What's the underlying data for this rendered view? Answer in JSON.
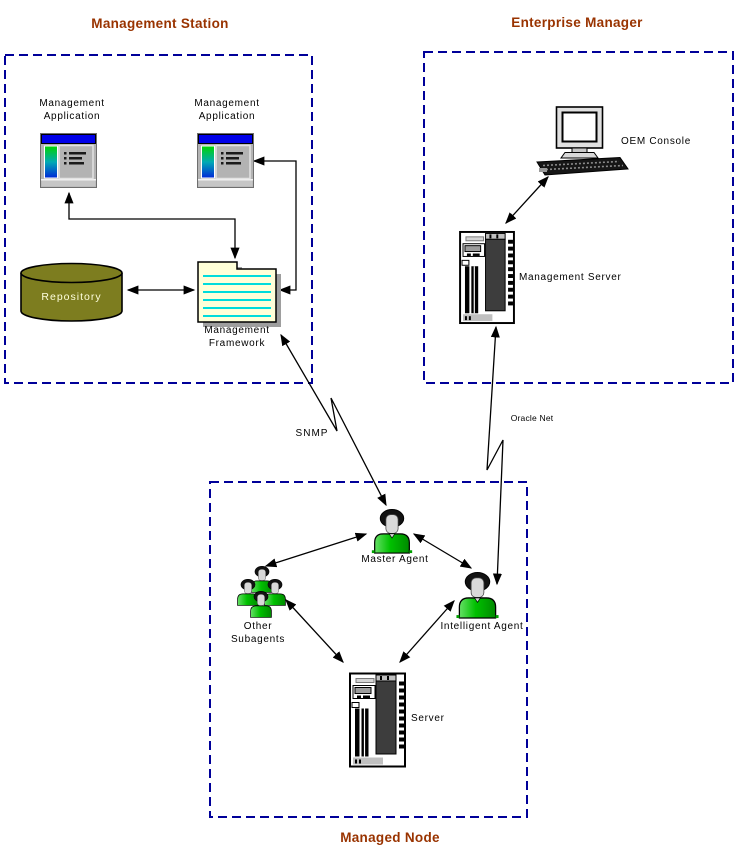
{
  "titles": {
    "management_station": "Management Station",
    "enterprise_manager": "Enterprise Manager",
    "managed_node": "Managed Node"
  },
  "nodes": {
    "management_application_1": {
      "line1": "Management",
      "line2": "Application"
    },
    "management_application_2": {
      "line1": "Management",
      "line2": "Application"
    },
    "repository": {
      "label": "Repository"
    },
    "management_framework": {
      "line1": "Management",
      "line2": "Framework"
    },
    "oem_console": {
      "label": "OEM Console"
    },
    "management_server": {
      "label": "Management Server"
    },
    "master_agent": {
      "label": "Master Agent"
    },
    "other_subagents": {
      "line1": "Other",
      "line2": "Subagents"
    },
    "intelligent_agent": {
      "label": "Intelligent Agent"
    },
    "server": {
      "label": "Server"
    }
  },
  "link_labels": {
    "snmp": "SNMP",
    "oracle_net": "Oracle Net"
  },
  "edges": [
    {
      "from": "management-application-1",
      "to": "management-framework",
      "bidirectional": true,
      "type": "orthogonal"
    },
    {
      "from": "management-application-2",
      "to": "management-framework",
      "bidirectional": true,
      "type": "orthogonal"
    },
    {
      "from": "repository",
      "to": "management-framework",
      "bidirectional": true,
      "type": "straight"
    },
    {
      "from": "management-framework",
      "to": "master-agent",
      "label": "SNMP",
      "bidirectional": true,
      "type": "network-link-break"
    },
    {
      "from": "oem-console",
      "to": "management-server",
      "bidirectional": true,
      "type": "straight"
    },
    {
      "from": "management-server",
      "to": "intelligent-agent",
      "label": "Oracle Net",
      "bidirectional": true,
      "type": "network-link-break"
    },
    {
      "from": "master-agent",
      "to": "other-subagents",
      "bidirectional": true,
      "type": "straight"
    },
    {
      "from": "master-agent",
      "to": "intelligent-agent",
      "bidirectional": true,
      "type": "straight"
    },
    {
      "from": "other-subagents",
      "to": "server",
      "bidirectional": true,
      "type": "straight"
    },
    {
      "from": "intelligent-agent",
      "to": "server",
      "bidirectional": true,
      "type": "straight"
    }
  ],
  "colors": {
    "group_box_border": "#000099",
    "group_title_text": "#993300",
    "repository_fill": "#7D7D1F",
    "framework_fill": "#FFFFD8",
    "framework_rule_lines": "#00DCDC",
    "agent_green": "#00B400",
    "app_title_bar": "#0000E8",
    "connector": "#000000"
  }
}
